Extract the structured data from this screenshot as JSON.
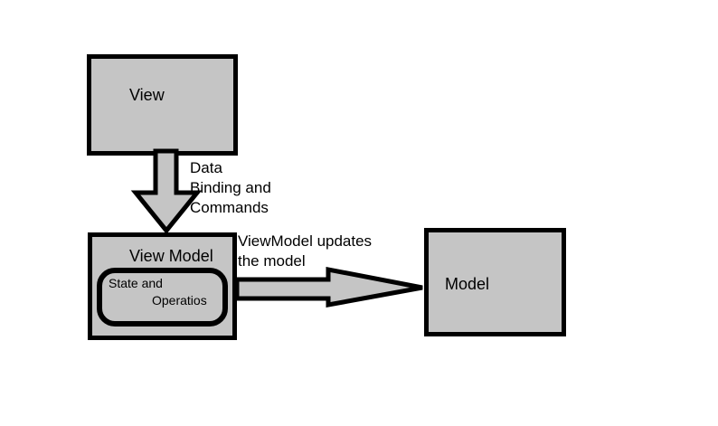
{
  "colors": {
    "background": "#ffffff",
    "box_fill": "#c5c5c5",
    "box_border": "#000000",
    "text": "#000000"
  },
  "boxes": {
    "view": {
      "label": "View"
    },
    "view_model": {
      "label": "View Model",
      "state_operations": {
        "line1": "State and",
        "line2": "Operatios"
      }
    },
    "model": {
      "label": "Model"
    }
  },
  "annotations": {
    "data_binding": "Data\nBinding and\nCommands",
    "viewmodel_updates": "ViewModel updates\nthe model"
  }
}
